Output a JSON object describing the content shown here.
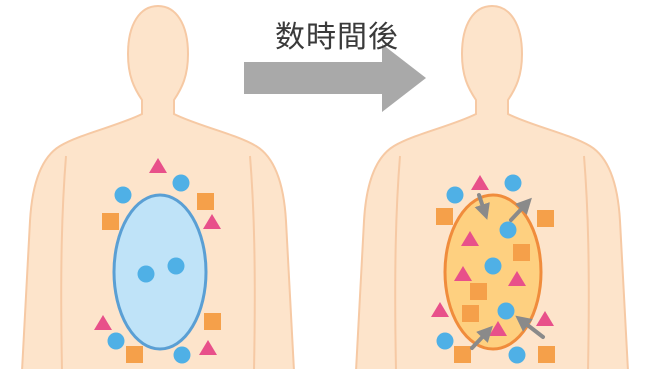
{
  "caption": "数時間後",
  "colors": {
    "skin_fill": "#fde4cb",
    "skin_stroke": "#f6c9a4",
    "before_fill": "#bfe3f8",
    "before_stroke": "#5a9fd4",
    "after_fill": "#fed080",
    "after_stroke": "#f08c3c",
    "circle": "#4fb0e6",
    "triangle": "#e8508a",
    "square": "#f5a04a",
    "arrow": "#8a8a8a",
    "big_arrow": "#a9a9a9"
  },
  "panels": [
    {
      "id": "before",
      "state": "before"
    },
    {
      "id": "after",
      "state": "after"
    }
  ]
}
